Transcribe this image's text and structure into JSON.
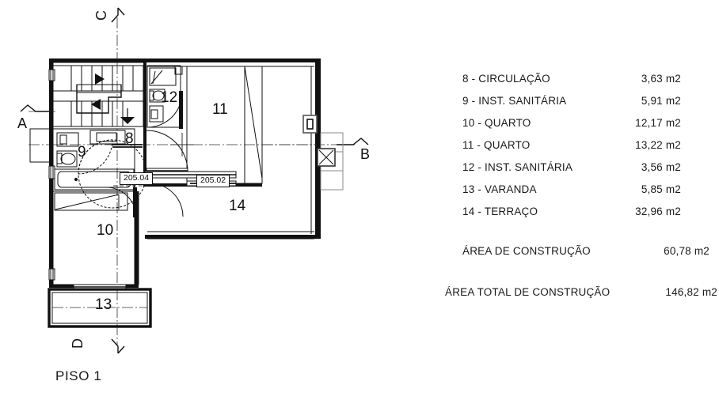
{
  "sheet": {
    "title": "PISO 1"
  },
  "schedule": {
    "rows": [
      {
        "num": "8",
        "name": "8 - CIRCULAÇÃO",
        "area": "3,63 m2"
      },
      {
        "num": "9",
        "name": "9 - INST. SANITÁRIA",
        "area": "5,91 m2"
      },
      {
        "num": "10",
        "name": "10 - QUARTO",
        "area": "12,17 m2"
      },
      {
        "num": "11",
        "name": "11 - QUARTO",
        "area": "13,22 m2"
      },
      {
        "num": "12",
        "name": "12 - INST. SANITÁRIA",
        "area": "3,56 m2"
      },
      {
        "num": "13",
        "name": "13 - VARANDA",
        "area": "5,85 m2"
      },
      {
        "num": "14",
        "name": "14 - TERRAÇO",
        "area": "32,96 m2"
      }
    ],
    "totals": [
      {
        "label": "ÁREA DE CONSTRUÇÃO",
        "area": "60,78 m2"
      },
      {
        "label": "ÁREA TOTAL DE CONSTRUÇÃO",
        "area": "146,82 m2"
      }
    ]
  },
  "plan": {
    "section_marks": [
      {
        "id": "A",
        "letter": "A"
      },
      {
        "id": "B",
        "letter": "B"
      },
      {
        "id": "C",
        "letter": "C"
      },
      {
        "id": "D",
        "letter": "D"
      }
    ],
    "room_numbers": [
      {
        "id": "8",
        "label": "8"
      },
      {
        "id": "9",
        "label": "9"
      },
      {
        "id": "10",
        "label": "10"
      },
      {
        "id": "11",
        "label": "11"
      },
      {
        "id": "12",
        "label": "12"
      },
      {
        "id": "13",
        "label": "13"
      },
      {
        "id": "14",
        "label": "14"
      }
    ],
    "room_tags": [
      {
        "id": "205.04",
        "label": "205.04"
      },
      {
        "id": "205.02",
        "label": "205.02"
      }
    ]
  },
  "colors": {
    "ink": "#111111",
    "line": "#1a1a1a",
    "light_line": "#7a7a7a",
    "paper": "#ffffff"
  }
}
